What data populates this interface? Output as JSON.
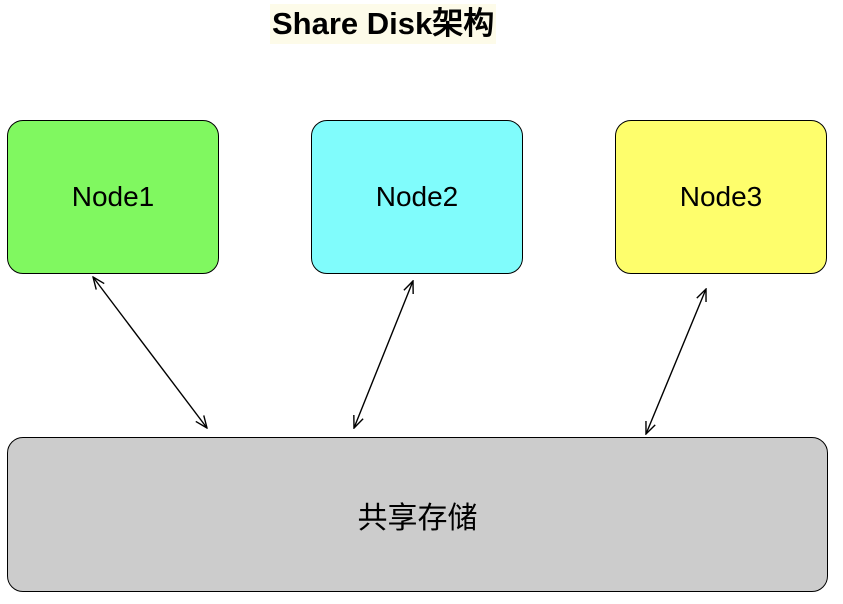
{
  "diagram": {
    "title": "Share Disk架构",
    "nodes": [
      {
        "id": "node1",
        "label": "Node1",
        "color": "#80f860"
      },
      {
        "id": "node2",
        "label": "Node2",
        "color": "#80fcfc"
      },
      {
        "id": "node3",
        "label": "Node3",
        "color": "#fefe6c"
      }
    ],
    "storage": {
      "label": "共享存储",
      "color": "#cccccc"
    },
    "edges": [
      {
        "from": "node1",
        "to": "storage",
        "direction": "bidirectional"
      },
      {
        "from": "node2",
        "to": "storage",
        "direction": "bidirectional"
      },
      {
        "from": "node3",
        "to": "storage",
        "direction": "bidirectional"
      }
    ]
  }
}
